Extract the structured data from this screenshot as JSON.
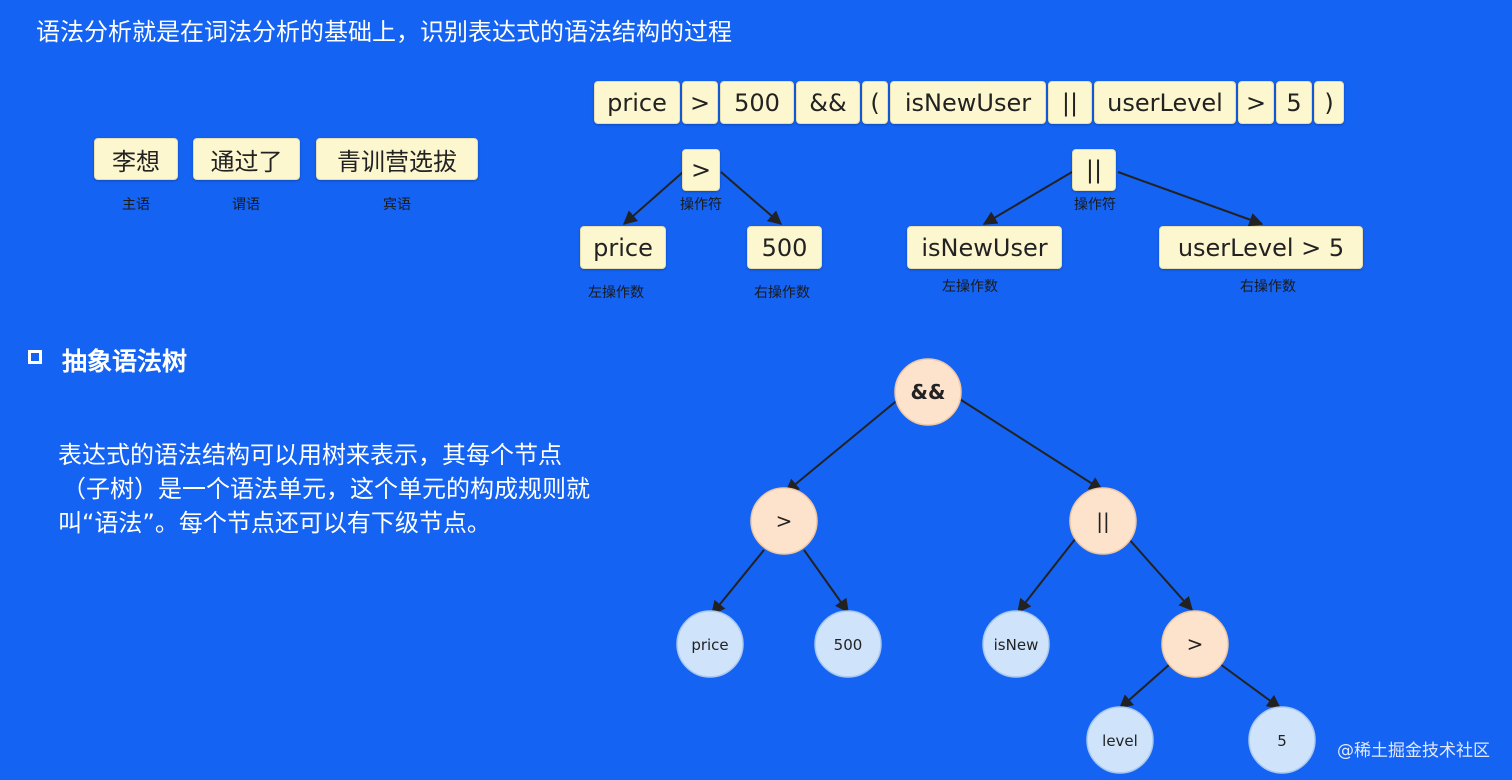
{
  "title": "语法分析就是在词法分析的基础上，识别表达式的语法结构的过程",
  "sentence": [
    {
      "text": "李想",
      "role": "主语"
    },
    {
      "text": "通过了",
      "role": "谓语"
    },
    {
      "text": "青训营选拔",
      "role": "宾语"
    }
  ],
  "tokens": [
    "price",
    ">",
    "500",
    "&&",
    "(",
    "isNewUser",
    "||",
    "userLevel",
    ">",
    "5",
    ")"
  ],
  "mini_trees": {
    "left": {
      "op": ">",
      "op_label": "操作符",
      "left": "price",
      "left_label": "左操作数",
      "right": "500",
      "right_label": "右操作数"
    },
    "right": {
      "op": "||",
      "op_label": "操作符",
      "left": "isNewUser",
      "left_label": "左操作数",
      "right": "userLevel > 5",
      "right_label": "右操作数"
    }
  },
  "section": {
    "title": "抽象语法树",
    "paragraph_lines": [
      "表达式的语法结构可以用树来表示，其每个节点",
      "（子树）是一个语法单元，这个单元的构成规则就",
      "叫“语法”。每个节点还可以有下级节点。"
    ]
  },
  "ast": {
    "nodes": [
      "&&",
      ">",
      "||",
      "price",
      "500",
      "isNew",
      ">",
      "level",
      "5"
    ]
  },
  "footer": "@稀土掘金技术社区",
  "colors": {
    "background": "#1463f2",
    "chip": "#fdf7cf",
    "operator_node": "#fde3cc",
    "leaf_node": "#cfe3fb"
  }
}
